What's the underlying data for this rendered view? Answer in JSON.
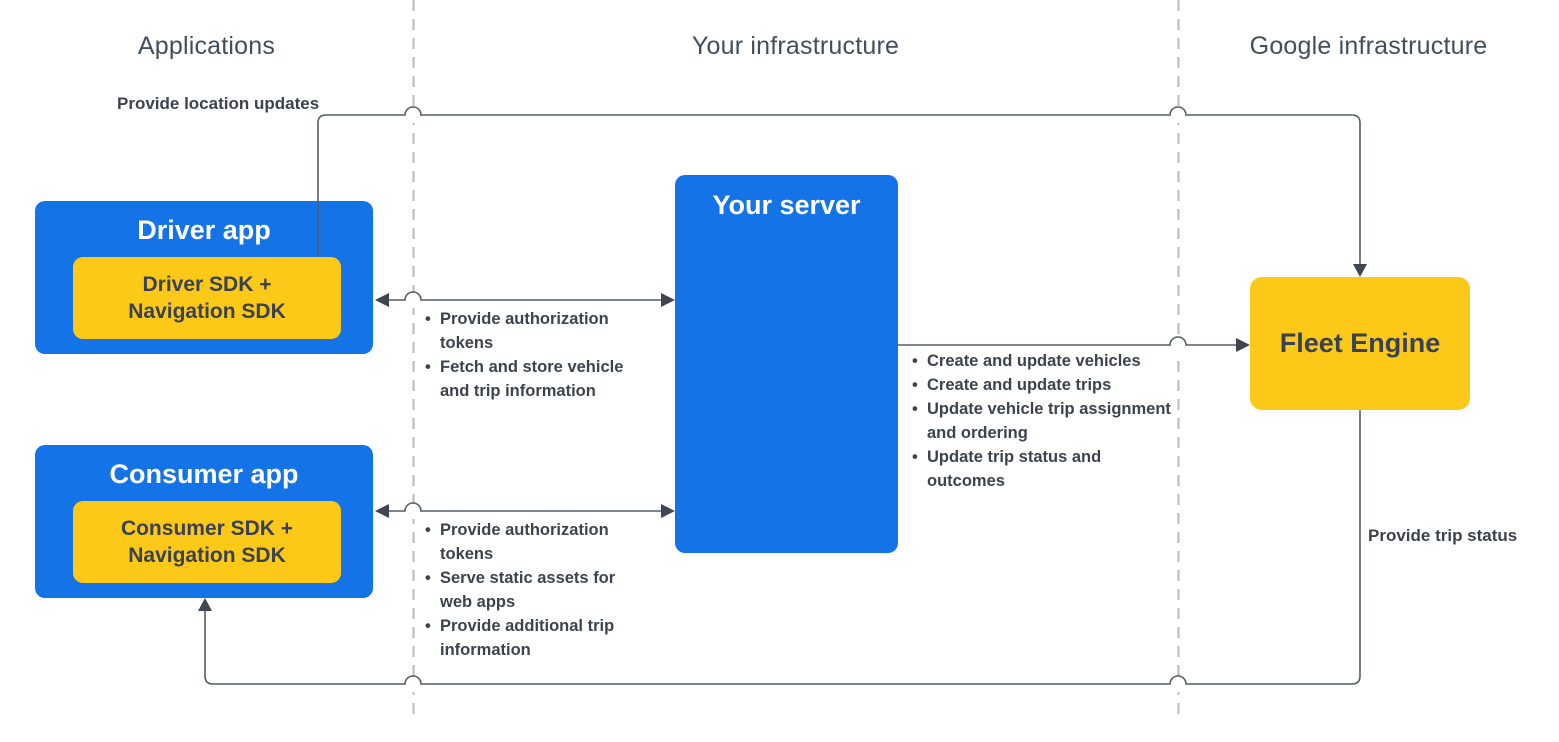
{
  "colors": {
    "blue": "#1473e6",
    "yellow": "#fcc919",
    "ink_dark": "#3a4150",
    "text_bold": "#3d434d",
    "header_text": "#434e5c",
    "line": "#555c68",
    "arrowhead": "#3f4651",
    "dashed_line": "#b5bac1"
  },
  "columns": {
    "applications": "Applications",
    "your_infrastructure": "Your infrastructure",
    "google_infrastructure": "Google infrastructure"
  },
  "nodes": {
    "driver_app": {
      "title": "Driver app",
      "sdk_line1": "Driver SDK +",
      "sdk_line2": "Navigation SDK"
    },
    "consumer_app": {
      "title": "Consumer app",
      "sdk_line1": "Consumer SDK +",
      "sdk_line2": "Navigation SDK"
    },
    "your_server": {
      "title": "Your server"
    },
    "fleet_engine": {
      "title": "Fleet Engine"
    }
  },
  "edges": {
    "driver_to_fleet": {
      "label": "Provide location updates"
    },
    "fleet_to_consumer": {
      "label": "Provide trip status"
    },
    "driver_server": {
      "items": [
        "Provide authorization tokens",
        "Fetch and store vehicle and trip information"
      ]
    },
    "consumer_server": {
      "items": [
        "Provide authorization tokens",
        "Serve static assets for web apps",
        "Provide additional trip information"
      ]
    },
    "server_fleet": {
      "items": [
        "Create and update vehicles",
        "Create and update trips",
        "Update vehicle trip assignment and ordering",
        "Update trip status and outcomes"
      ]
    }
  }
}
